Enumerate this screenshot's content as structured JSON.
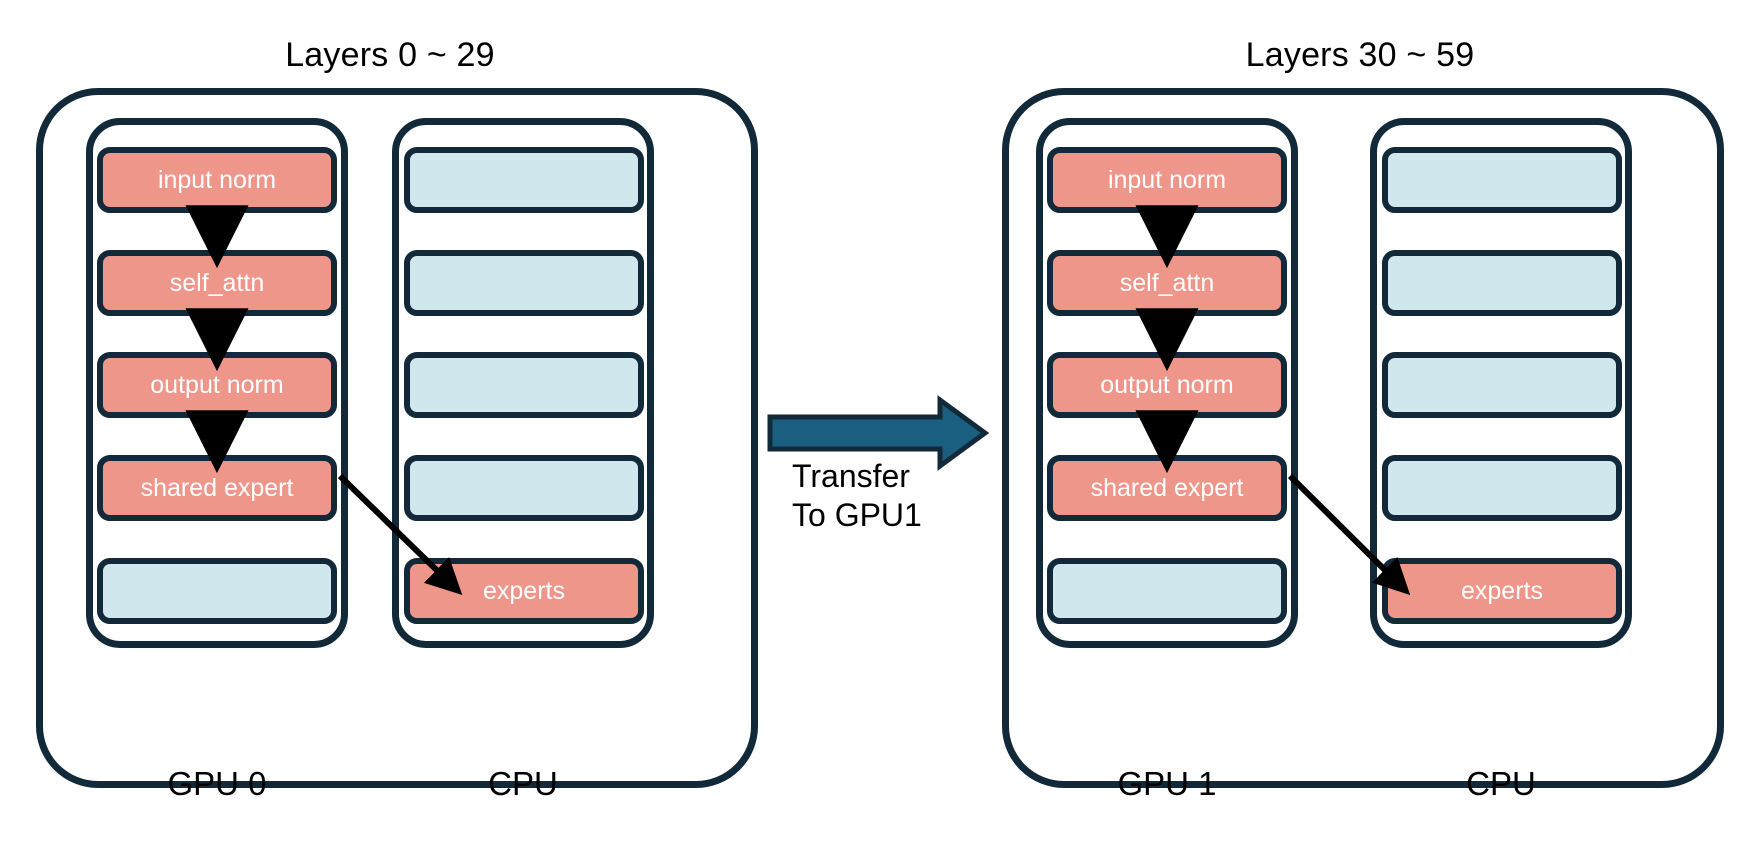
{
  "figure": {
    "background": "#ffffff",
    "accent_salmon": "#ef968b",
    "accent_blue": "#cfe7ed",
    "accent_outline": "#12293a",
    "accent_transfer": "#1a5f7f"
  },
  "groups": [
    {
      "title": "Layers 0 ~ 29",
      "gpu": {
        "label": "GPU 0",
        "blocks": [
          {
            "label": "input norm",
            "kind": "salmon"
          },
          {
            "label": "self_attn",
            "kind": "salmon"
          },
          {
            "label": "output norm",
            "kind": "salmon"
          },
          {
            "label": "shared expert",
            "kind": "salmon"
          },
          {
            "label": "",
            "kind": "blue"
          }
        ]
      },
      "cpu": {
        "label": "CPU",
        "blocks": [
          {
            "label": "",
            "kind": "blue"
          },
          {
            "label": "",
            "kind": "blue"
          },
          {
            "label": "",
            "kind": "blue"
          },
          {
            "label": "",
            "kind": "blue"
          },
          {
            "label": "experts",
            "kind": "salmon"
          }
        ]
      }
    },
    {
      "title": "Layers 30 ~ 59",
      "gpu": {
        "label": "GPU 1",
        "blocks": [
          {
            "label": "input norm",
            "kind": "salmon"
          },
          {
            "label": "self_attn",
            "kind": "salmon"
          },
          {
            "label": "output norm",
            "kind": "salmon"
          },
          {
            "label": "shared expert",
            "kind": "salmon"
          },
          {
            "label": "",
            "kind": "blue"
          }
        ]
      },
      "cpu": {
        "label": "CPU",
        "blocks": [
          {
            "label": "",
            "kind": "blue"
          },
          {
            "label": "",
            "kind": "blue"
          },
          {
            "label": "",
            "kind": "blue"
          },
          {
            "label": "",
            "kind": "blue"
          },
          {
            "label": "experts",
            "kind": "salmon"
          }
        ]
      }
    }
  ],
  "transfer": {
    "line1": "Transfer",
    "line2": "To GPU1"
  }
}
